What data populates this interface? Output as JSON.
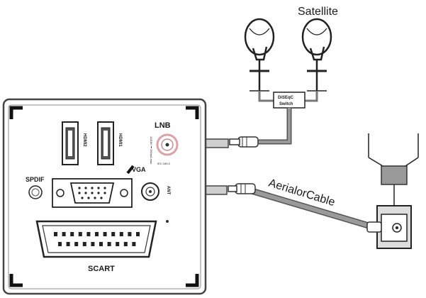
{
  "labels": {
    "satellite": "Satellite",
    "diseqc_line1": "DiSEqC",
    "diseqc_line2": "Switch",
    "lnb": "LNB",
    "lnb_small_1": "13/18V ⎓ 350mA max",
    "lnb_small_2": "IEC 169-2",
    "hdmi2": "HDMI2",
    "hdmi1": "HDMI1",
    "vga": "VGA",
    "spdif": "SPDIF",
    "ant": "ANT",
    "scart": "SCART",
    "cable": "AerialorCable"
  },
  "colors": {
    "line": "#222222",
    "cable_fill": "#8e8e8e",
    "cable_stroke": "#555555",
    "panel_stroke": "#444444",
    "arrow_fill": "#cfcfcf",
    "lnb_ring": "#d9a3a9"
  },
  "icons": [
    "satellite-dish-icon",
    "arrow-icon",
    "plug-icon",
    "antenna-icon",
    "wall-socket-icon"
  ]
}
